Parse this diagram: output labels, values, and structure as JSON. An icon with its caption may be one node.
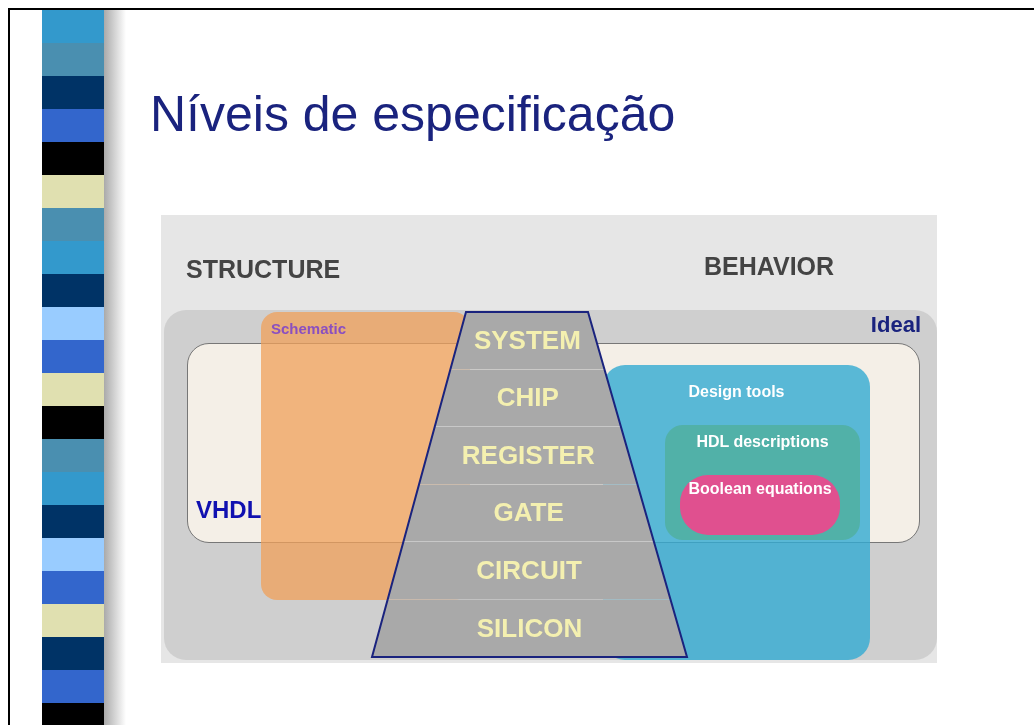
{
  "diagram": {
    "title": "Níveis de especificação",
    "nodes": [
      {
        "text": [
          "Ideal"
        ]
      },
      {
        "text": [
          "VHDL"
        ],
        "in": 0
      },
      {
        "text": [
          "Schematic"
        ],
        "in": 0
      },
      {
        "text": [
          "Design tools"
        ],
        "in": 0
      },
      {
        "text": [
          "HDL descriptions"
        ]
      },
      {
        "text": [
          "Boolean equations"
        ],
        "in": 4
      },
      {
        "text": [
          "SYSTEM"
        ],
        "in": 0
      },
      {
        "text": [
          "CHIP"
        ],
        "in": 1
      },
      {
        "text": [
          "REGISTER"
        ],
        "in": 1
      },
      {
        "text": [
          "GATE"
        ],
        "in": 1
      },
      {
        "text": [
          "CIRCUIT"
        ],
        "in": 0
      },
      {
        "text": [
          "SILICON"
        ],
        "in": 0
      }
    ],
    "edges": [],
    "labels": [
      "STRUCTURE",
      "BEHAVIOR"
    ]
  }
}
